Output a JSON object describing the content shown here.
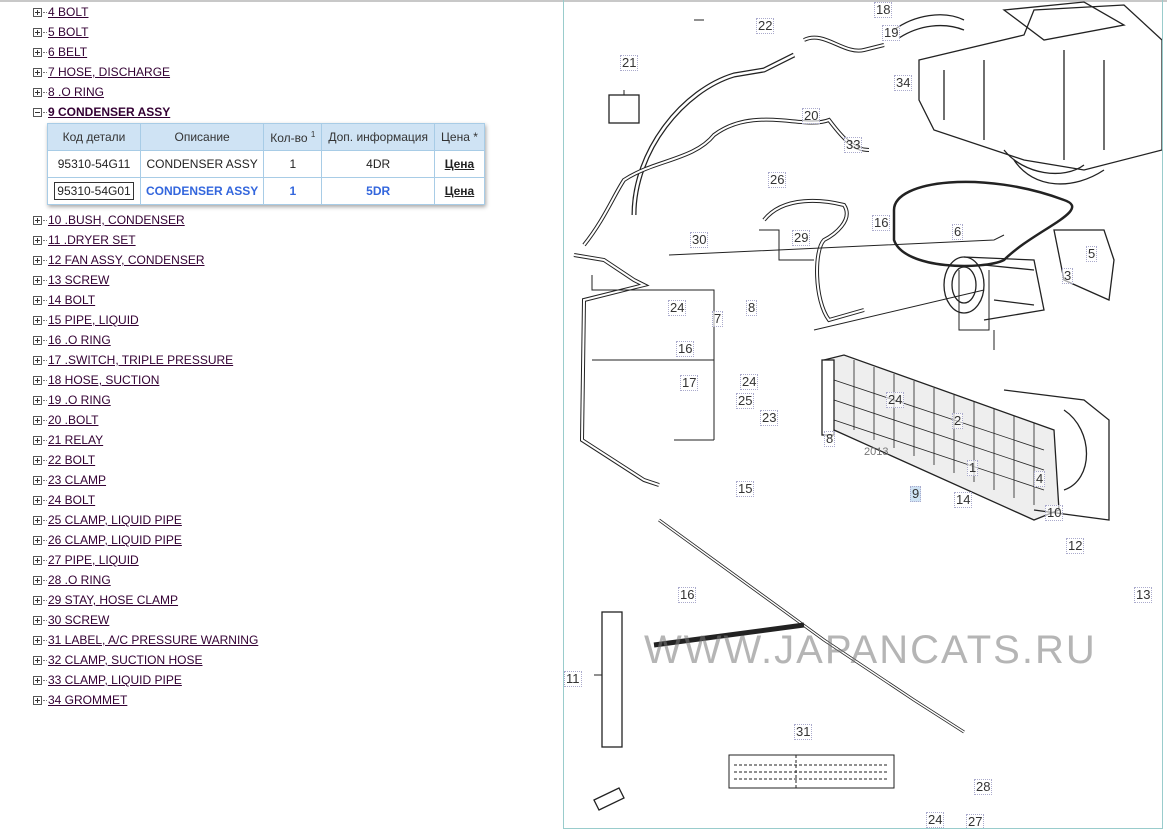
{
  "tree": {
    "items_before": [
      "4 BOLT",
      "5 BOLT",
      "6 BELT",
      "7 HOSE, DISCHARGE",
      "8 .O RING"
    ],
    "expanded": "9 CONDENSER ASSY",
    "items_after": [
      "10 .BUSH, CONDENSER",
      "11 .DRYER SET",
      "12 FAN ASSY, CONDENSER",
      "13 SCREW",
      "14 BOLT",
      "15 PIPE, LIQUID",
      "16 .O RING",
      "17 .SWITCH, TRIPLE PRESSURE",
      "18 HOSE, SUCTION",
      "19 .O RING",
      "20 .BOLT",
      "21 RELAY",
      "22 BOLT",
      "23 CLAMP",
      "24 BOLT",
      "25 CLAMP, LIQUID PIPE",
      "26 CLAMP, LIQUID PIPE",
      "27 PIPE, LIQUID",
      "28 .O RING",
      "29 STAY, HOSE CLAMP",
      "30 SCREW",
      "31 LABEL, A/C PRESSURE WARNING",
      "32 CLAMP, SUCTION HOSE",
      "33 CLAMP, LIQUID PIPE",
      "34 GROMMET"
    ]
  },
  "parts_table": {
    "headers": {
      "code": "Код детали",
      "desc": "Описание",
      "qty": "Кол-во",
      "qty_sup": "1",
      "info": "Доп. информация",
      "price": "Цена *"
    },
    "rows": [
      {
        "code": "95310-54G11",
        "desc": "CONDENSER ASSY",
        "qty": "1",
        "info": "4DR",
        "price": "Цена"
      },
      {
        "code": "95310-54G01",
        "desc": "CONDENSER ASSY",
        "qty": "1",
        "info": "5DR",
        "price": "Цена"
      }
    ]
  },
  "diagram": {
    "watermark": "WWW.JAPANCATS.RU",
    "date_stamp": "2013",
    "callouts": [
      "18",
      "19",
      "22",
      "21",
      "34",
      "20",
      "33",
      "26",
      "16",
      "30",
      "29",
      "6",
      "5",
      "3",
      "24",
      "8",
      "7",
      "16",
      "24",
      "17",
      "25",
      "24",
      "23",
      "8",
      "2",
      "1",
      "4",
      "15",
      "9",
      "14",
      "10",
      "12",
      "13",
      "16",
      "11",
      "31",
      "28",
      "24",
      "27"
    ],
    "highlighted": "9"
  }
}
